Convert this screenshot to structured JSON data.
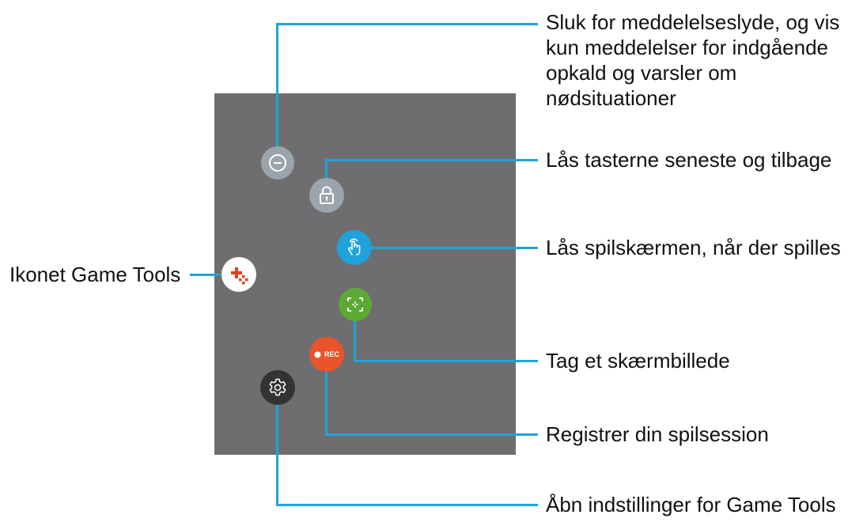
{
  "annotations": {
    "mute": [
      "Sluk for meddelelseslyde, og vis",
      "kun meddelelser for indgående",
      "opkald og varsler om",
      "nødsituationer"
    ],
    "lock_keys": "Lås tasterne seneste og tilbage",
    "lock_screen": "Lås spilskærmen, når der spilles",
    "game_tools_icon": "Ikonet Game Tools",
    "screenshot": "Tag et skærmbillede",
    "record": "Registrer din spilsession",
    "settings": "Åbn indstillinger for Game Tools"
  },
  "buttons": {
    "rec_label": "REC"
  },
  "icons": {
    "mute": "minus-circle-icon",
    "lock": "lock-icon",
    "touch_lock": "touch-hand-icon",
    "game_tools": "game-tools-icon",
    "screenshot": "screenshot-frame-icon",
    "record": "record-icon",
    "settings": "gear-icon"
  },
  "colors": {
    "panel": "#6e6e70",
    "callout_line": "#1ea3dc",
    "mute_button": "#9ca4ab",
    "lock_button": "#9ca4ab",
    "touch_button": "#1ea3dc",
    "screenshot_button": "#5aaa33",
    "record_button": "#e9542a",
    "settings_button": "#333335",
    "game_tools_accent": "#e2401f"
  }
}
